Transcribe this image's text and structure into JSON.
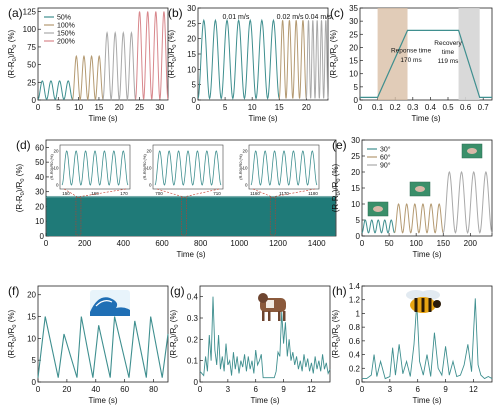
{
  "colors": {
    "teal": "#3f8f8f",
    "tan": "#b49a72",
    "gray": "#a9a9a9",
    "pink": "#d8878c",
    "teal_dark": "#1f7a78",
    "tan_fill": "#d9bfa6",
    "gray_fill": "#d5d5d5"
  },
  "chart_data": [
    {
      "id": "a",
      "panel_label": "(a)",
      "type": "line",
      "xlabel": "Time (s)",
      "ylabel": "(R-R0)/R0 (%)",
      "xlim": [
        0,
        32
      ],
      "ylim": [
        0,
        130
      ],
      "xticks": [
        0,
        5,
        10,
        15,
        20,
        25,
        30
      ],
      "yticks": [
        0,
        25,
        50,
        75,
        100,
        125
      ],
      "legend": [
        "50%",
        "100%",
        "150%",
        "200%"
      ],
      "legend_position": "top-left",
      "series": [
        {
          "name": "50%",
          "x_start": 0,
          "x_end": 8.5,
          "cycles": 4,
          "peak": 27,
          "color_key": "teal"
        },
        {
          "name": "100%",
          "x_start": 8.5,
          "x_end": 16,
          "cycles": 4,
          "peak": 62,
          "color_key": "tan"
        },
        {
          "name": "150%",
          "x_start": 16,
          "x_end": 24,
          "cycles": 4,
          "peak": 95,
          "color_key": "gray"
        },
        {
          "name": "200%",
          "x_start": 24,
          "x_end": 32,
          "cycles": 4,
          "peak": 125,
          "color_key": "pink"
        }
      ]
    },
    {
      "id": "b",
      "panel_label": "(b)",
      "type": "line",
      "xlabel": "Time (s)",
      "ylabel": "(R-R0)/R0 (%)",
      "xlim": [
        0,
        24
      ],
      "ylim": [
        0,
        30
      ],
      "xticks": [
        0,
        5,
        10,
        15,
        20
      ],
      "yticks": [
        0,
        5,
        10,
        15,
        20,
        25,
        30
      ],
      "annotations": [
        "0.01 m/s",
        "0.02 m/s",
        "0.04 m/s"
      ],
      "series": [
        {
          "name": "",
          "x_start": 0,
          "x_end": 15,
          "cycles": 7,
          "peak": 26,
          "color_key": "teal"
        },
        {
          "name": "",
          "x_start": 15,
          "x_end": 20,
          "cycles": 4,
          "peak": 26,
          "color_key": "tan"
        },
        {
          "name": "",
          "x_start": 20,
          "x_end": 24,
          "cycles": 5,
          "peak": 26,
          "color_key": "gray"
        }
      ]
    },
    {
      "id": "c",
      "panel_label": "(c)",
      "type": "line",
      "xlabel": "Time (s)",
      "ylabel": "(R-R0)/R0 (%)",
      "xlim": [
        0,
        0.75
      ],
      "ylim": [
        0,
        35
      ],
      "xticks": [
        0,
        0.1,
        0.2,
        0.3,
        0.4,
        0.5,
        0.6,
        0.7
      ],
      "yticks": [
        0,
        5,
        10,
        15,
        20,
        25,
        30,
        35
      ],
      "response_label": "Reponse time",
      "response_value": "170 ms",
      "recovery_label": "Recovery time",
      "recovery_value": "119 ms",
      "response_span": [
        0.1,
        0.27
      ],
      "recovery_span": [
        0.56,
        0.68
      ],
      "x": [
        0,
        0.1,
        0.27,
        0.56,
        0.68,
        0.75
      ],
      "y": [
        1,
        1,
        26.5,
        26.5,
        1,
        1
      ]
    },
    {
      "id": "d",
      "panel_label": "(d)",
      "type": "area",
      "xlabel": "Time (s)",
      "ylabel": "(R-R0)/R0 (%)",
      "xlim": [
        0,
        1500
      ],
      "ylim": [
        0,
        65
      ],
      "xticks": [
        0,
        200,
        400,
        600,
        800,
        1000,
        1200,
        1400
      ],
      "yticks": [
        0,
        10,
        20,
        30,
        40,
        50,
        60
      ],
      "level": 26,
      "insets": [
        {
          "xticks": [
            "150",
            "160",
            "170"
          ],
          "ylabel": "(R-R0)/R0 (%)",
          "yticks": [
            "0",
            "10",
            "20"
          ],
          "cycles": 7
        },
        {
          "xticks": [
            "700",
            "710"
          ],
          "ylabel": "(R-R0)/R0 (%)",
          "yticks": [
            "0",
            "10",
            "20"
          ],
          "cycles": 7
        },
        {
          "xticks": [
            "1160",
            "1170",
            "1180"
          ],
          "ylabel": "(R-R0)/R0 (%)",
          "yticks": [
            "0",
            "10",
            "20"
          ],
          "cycles": 7
        }
      ],
      "marks": [
        160,
        705,
        1165
      ]
    },
    {
      "id": "e",
      "panel_label": "(e)",
      "type": "line",
      "xlabel": "Time (s)",
      "ylabel": "(R-R0)/R0 (%)",
      "xlim": [
        0,
        240
      ],
      "ylim": [
        0,
        30
      ],
      "xticks": [
        0,
        50,
        100,
        150,
        200
      ],
      "yticks": [
        0,
        5,
        10,
        15,
        20,
        25,
        30
      ],
      "legend": [
        "30°",
        "60°",
        "90°"
      ],
      "legend_position": "top-left",
      "series": [
        {
          "name": "30°",
          "x_start": 0,
          "x_end": 60,
          "cycles": 5,
          "peak": 5,
          "color_key": "teal"
        },
        {
          "name": "60°",
          "x_start": 60,
          "x_end": 150,
          "cycles": 6,
          "peak": 10,
          "color_key": "tan"
        },
        {
          "name": "90°",
          "x_start": 150,
          "x_end": 240,
          "cycles": 4,
          "peak": 20,
          "color_key": "gray"
        }
      ]
    },
    {
      "id": "f",
      "panel_label": "(f)",
      "type": "line",
      "xlabel": "Time (s)",
      "ylabel": "(R-R0)/R0 (%)",
      "xlim": [
        0,
        90
      ],
      "ylim": [
        0,
        22
      ],
      "xticks": [
        0,
        20,
        40,
        60,
        80
      ],
      "yticks": [
        0,
        5,
        10,
        15,
        20
      ],
      "x": [
        0,
        5,
        14,
        18,
        27,
        30,
        38,
        42,
        50,
        53,
        63,
        67,
        75,
        78,
        86,
        90
      ],
      "y": [
        1,
        15,
        1,
        11,
        1,
        15,
        1,
        13,
        1,
        15,
        1,
        14,
        1,
        15,
        1,
        11
      ]
    },
    {
      "id": "g",
      "panel_label": "(g)",
      "type": "line",
      "xlabel": "Time (s)",
      "ylabel": "(R-R0)/R0 (%)",
      "xlim": [
        0,
        14
      ],
      "ylim": [
        0,
        0.45
      ],
      "xticks": [
        0,
        3,
        6,
        9,
        12
      ],
      "yticks": [
        0.0,
        0.1,
        0.2,
        0.3,
        0.4
      ],
      "x": [
        0,
        0.4,
        0.6,
        0.8,
        1.0,
        1.2,
        1.4,
        1.6,
        1.8,
        2.0,
        2.2,
        2.4,
        2.6,
        2.8,
        3.0,
        3.2,
        3.4,
        3.6,
        3.8,
        4.0,
        4.2,
        4.4,
        4.6,
        4.8,
        5.0,
        5.2,
        5.4,
        5.6,
        5.8,
        6.0,
        6.2,
        6.4,
        6.6,
        6.8,
        8.0,
        8.2,
        8.4,
        8.6,
        8.8,
        9.0,
        9.2,
        9.4,
        9.6,
        9.8,
        10.0,
        10.2,
        10.4,
        10.6,
        10.8,
        11.0,
        11.2,
        11.4,
        11.6,
        11.8,
        12.0,
        12.2,
        12.4,
        12.6,
        12.8,
        13.0,
        13.2,
        13.4,
        13.6,
        13.8,
        14.0
      ],
      "y": [
        0.05,
        0.03,
        0.12,
        0.05,
        0.22,
        0.1,
        0.4,
        0.15,
        0.08,
        0.22,
        0.06,
        0.12,
        0.05,
        0.18,
        0.08,
        0.1,
        0.03,
        0.14,
        0.06,
        0.12,
        0.04,
        0.1,
        0.07,
        0.13,
        0.05,
        0.12,
        0.06,
        0.1,
        0.04,
        0.15,
        0.08,
        0.1,
        0.13,
        0.02,
        0.02,
        0.05,
        0.14,
        0.12,
        0.33,
        0.18,
        0.28,
        0.12,
        0.2,
        0.1,
        0.14,
        0.08,
        0.12,
        0.06,
        0.1,
        0.05,
        0.13,
        0.07,
        0.11,
        0.05,
        0.09,
        0.04,
        0.12,
        0.06,
        0.1,
        0.05,
        0.13,
        0.06,
        0.09,
        0.04,
        0.06
      ]
    },
    {
      "id": "h",
      "panel_label": "(h)",
      "type": "line",
      "xlabel": "Time (s)",
      "ylabel": "(R-R0)/R0 (%)",
      "xlim": [
        0,
        14
      ],
      "ylim": [
        0,
        1.4
      ],
      "xticks": [
        0,
        3,
        6,
        9,
        12
      ],
      "yticks": [
        0.0,
        0.2,
        0.4,
        0.6,
        0.8,
        1.0,
        1.2,
        1.4
      ],
      "x": [
        0,
        0.5,
        1.0,
        1.3,
        1.6,
        2.0,
        2.5,
        3.0,
        3.3,
        3.6,
        4.0,
        4.4,
        4.8,
        5.2,
        5.6,
        5.9,
        6.2,
        6.6,
        7.0,
        7.4,
        7.8,
        8.2,
        8.6,
        9.0,
        9.4,
        9.8,
        10.2,
        10.6,
        11.0,
        11.4,
        11.8,
        12.2,
        12.5,
        12.8,
        13.2,
        13.6,
        14.0
      ],
      "y": [
        0.05,
        0.05,
        0.1,
        0.4,
        0.08,
        0.3,
        0.05,
        0.08,
        0.5,
        0.1,
        0.55,
        0.12,
        0.3,
        0.08,
        0.55,
        1.15,
        0.3,
        0.1,
        0.4,
        0.08,
        0.72,
        0.2,
        0.1,
        0.52,
        0.1,
        0.3,
        0.08,
        0.1,
        0.25,
        0.55,
        0.15,
        1.22,
        0.25,
        0.1,
        0.05,
        0.08,
        0.05
      ]
    }
  ]
}
